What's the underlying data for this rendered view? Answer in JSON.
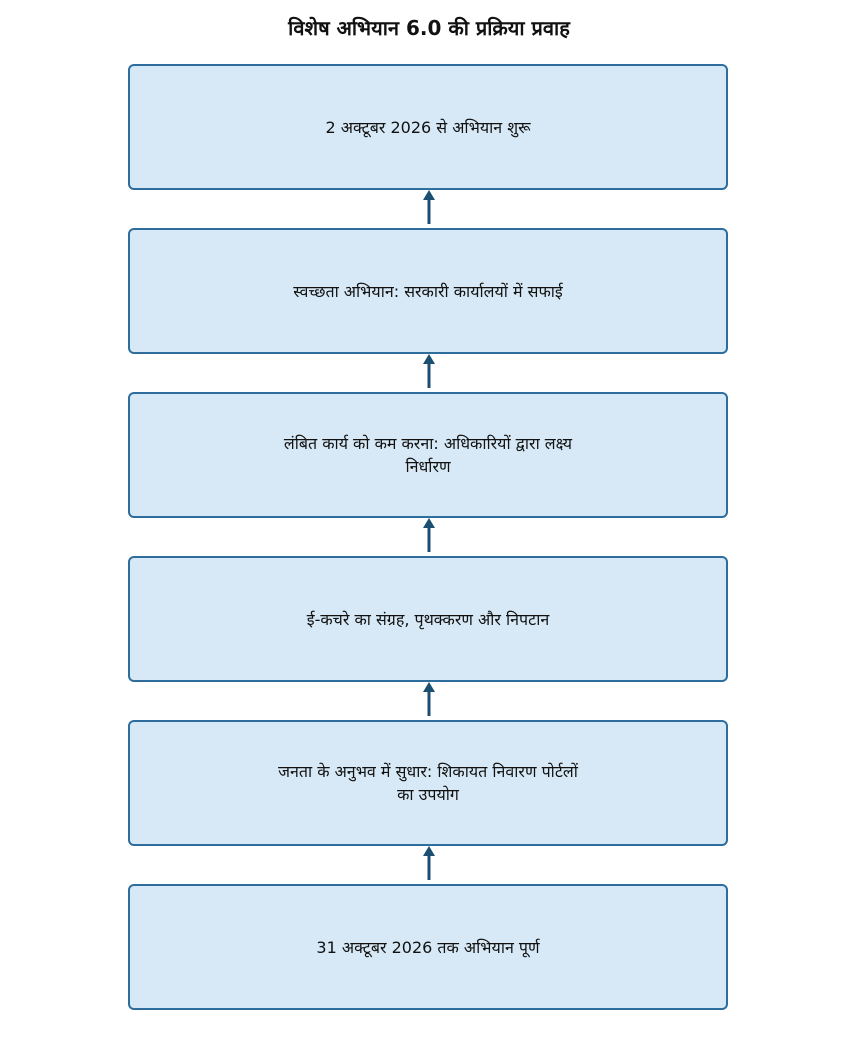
{
  "title": "विशेष अभियान 6.0 की प्रक्रिया प्रवाह",
  "colors": {
    "box_fill": "#d7e9f6",
    "box_border": "#2e6e9e",
    "arrow": "#1a4e72"
  },
  "steps": [
    {
      "label": "2 अक्टूबर 2026 से अभियान शुरू"
    },
    {
      "label": "स्वच्छता अभियान: सरकारी कार्यालयों में सफाई"
    },
    {
      "label": "लंबित कार्य को कम करना: अधिकारियों द्वारा लक्ष्य निर्धारण"
    },
    {
      "label": "ई-कचरे का संग्रह, पृथक्करण और निपटान"
    },
    {
      "label": "जनता के अनुभव में सुधार: शिकायत निवारण पोर्टलों का उपयोग"
    },
    {
      "label": "31 अक्टूबर 2026 तक अभियान पूर्ण"
    }
  ]
}
